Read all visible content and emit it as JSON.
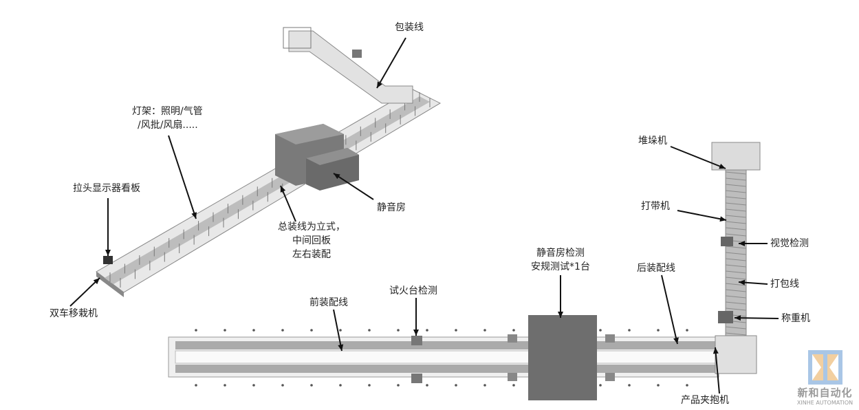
{
  "labels": {
    "packaging_line": "包装线",
    "light_frame_1": "灯架：照明/气管",
    "light_frame_2": "/风批/风扇.....",
    "pull_head_display": "拉头显示器看板",
    "dual_car_transfer": "双车移栽机",
    "silent_room": "静音房",
    "assembly_line_1": "总装线为立式，",
    "assembly_line_2": "中间回板",
    "assembly_line_3": "左右装配",
    "silent_room_test_1": "静音房检测",
    "silent_room_test_2": "安规测试*1台",
    "front_assembly": "前装配线",
    "fire_test": "试火台检测",
    "rear_assembly": "后装配线",
    "product_clamp": "产品夹抱机",
    "stacker": "堆垛机",
    "strapping": "打带机",
    "vision_inspection": "视觉检测",
    "packing_line": "打包线",
    "weighing": "称重机"
  },
  "logo": {
    "cn": "新和自动化",
    "en": "XINHE AUTOMATION",
    "colors": [
      "#a9c6e6",
      "#f2cfa0"
    ]
  },
  "colors": {
    "equipment": "#9a9a9a",
    "equipment_dark": "#6f6f6f",
    "arrow": "#111111"
  }
}
